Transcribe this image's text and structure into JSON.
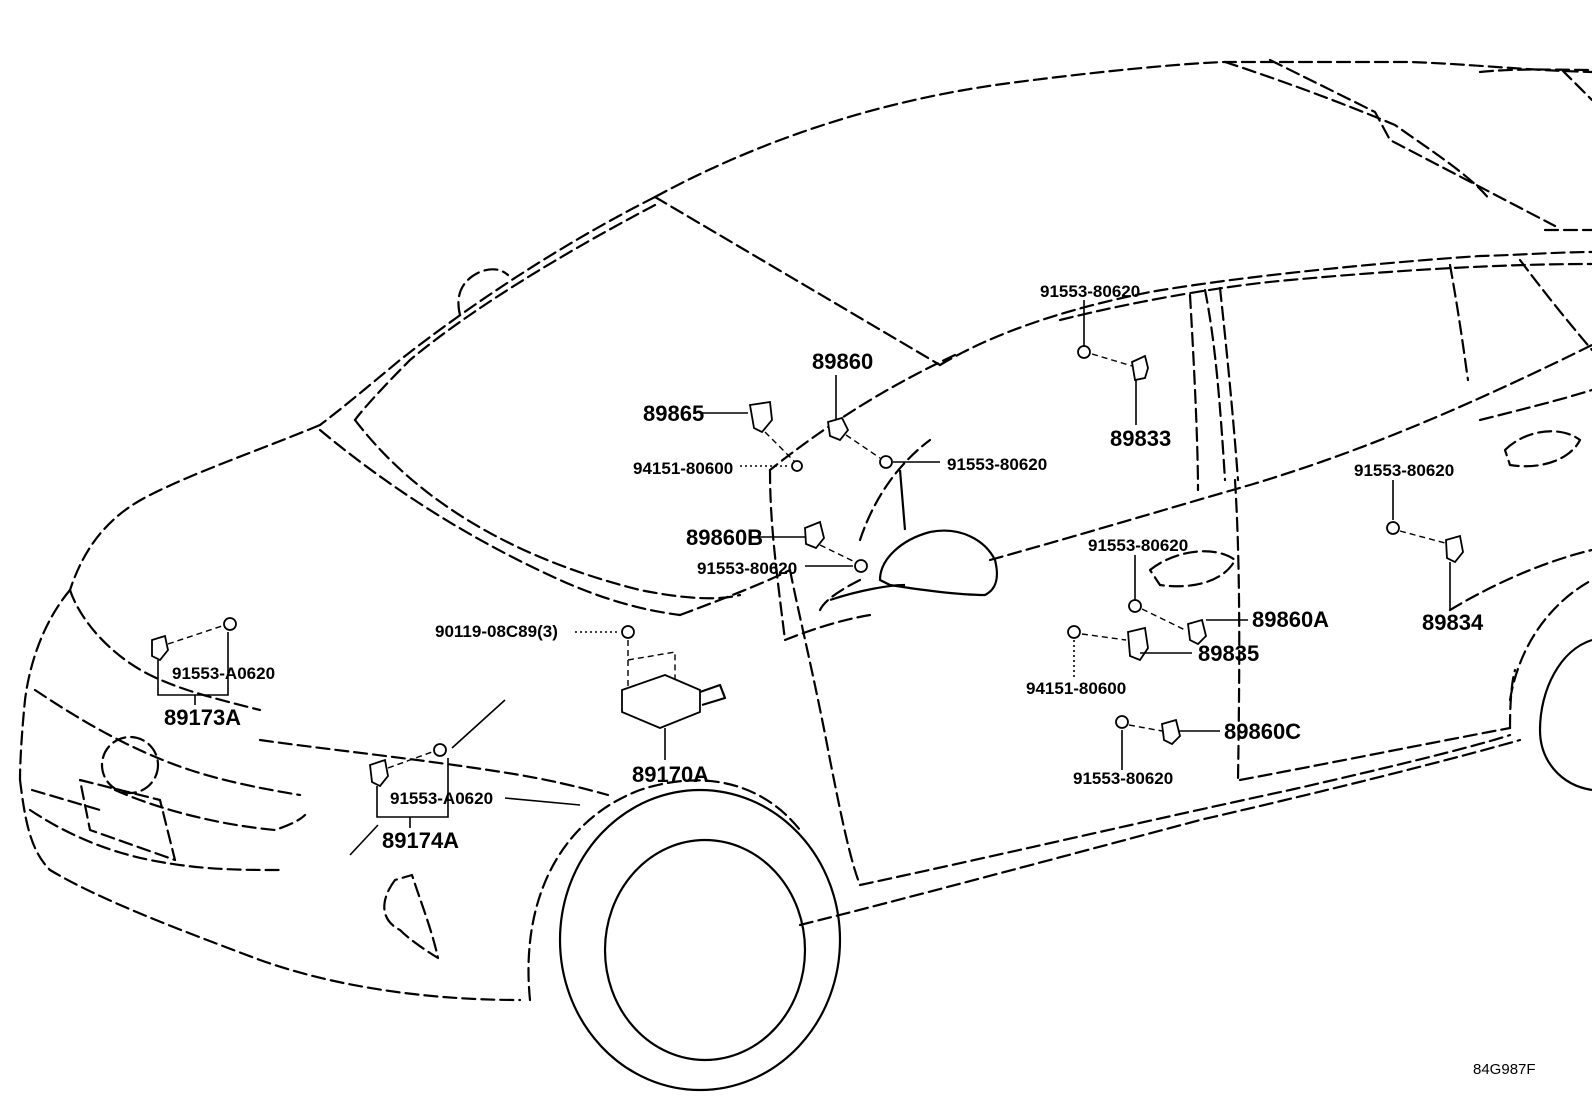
{
  "diagram": {
    "labels": [
      {
        "id": "p-91553-80620-top",
        "text": "91553-80620"
      },
      {
        "id": "p-89860",
        "text": "89860"
      },
      {
        "id": "p-89865",
        "text": "89865"
      },
      {
        "id": "p-94151-80600-upper",
        "text": "94151-80600"
      },
      {
        "id": "p-91553-80620-pillar",
        "text": "91553-80620"
      },
      {
        "id": "p-89833",
        "text": "89833"
      },
      {
        "id": "p-89860b",
        "text": "89860B"
      },
      {
        "id": "p-91553-80620-mirror",
        "text": "91553-80620"
      },
      {
        "id": "p-91553-80620-rear",
        "text": "91553-80620"
      },
      {
        "id": "p-91553-80620-door",
        "text": "91553-80620"
      },
      {
        "id": "p-89860a",
        "text": "89860A"
      },
      {
        "id": "p-89834",
        "text": "89834"
      },
      {
        "id": "p-90119-08c89",
        "text": "90119-08C89(3)"
      },
      {
        "id": "p-89835",
        "text": "89835"
      },
      {
        "id": "p-94151-80600-lower",
        "text": "94151-80600"
      },
      {
        "id": "p-91553-a0620-left",
        "text": "91553-A0620"
      },
      {
        "id": "p-89173a",
        "text": "89173A"
      },
      {
        "id": "p-89860c",
        "text": "89860C"
      },
      {
        "id": "p-89170a",
        "text": "89170A"
      },
      {
        "id": "p-91553-80620-bottom",
        "text": "91553-80620"
      },
      {
        "id": "p-91553-a0620-right",
        "text": "91553-A0620"
      },
      {
        "id": "p-89174a",
        "text": "89174A"
      }
    ],
    "illustration_code": "84G987F"
  }
}
